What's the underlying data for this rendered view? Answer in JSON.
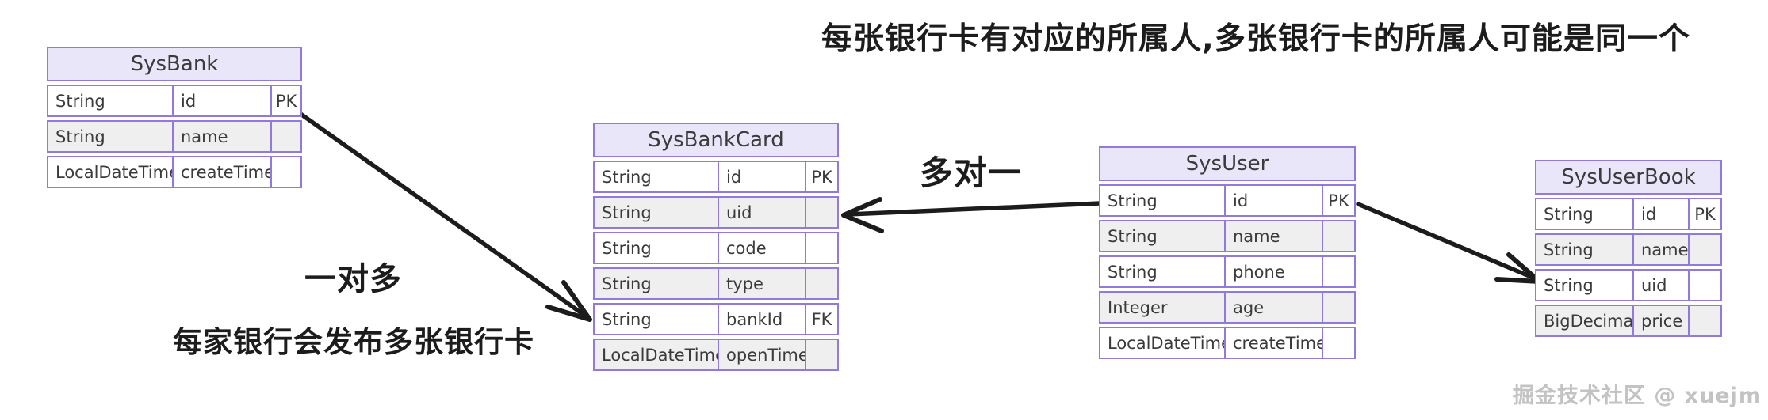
{
  "annotations": {
    "top_note": "每张银行卡有对应的所属人,多张银行卡的所属人可能是同一个",
    "many_to_one": "多对一",
    "one_to_many": "一对多",
    "bank_note": "每家银行会发布多张银行卡",
    "watermark": "掘金技术社区 @ xuejm"
  },
  "colors": {
    "table_border": "#9179dd",
    "header_fill": "#e9e6f9",
    "row_alt_fill": "#efefef",
    "text": "#3b3b3b",
    "arrow": "#1c1c1c"
  },
  "tables": [
    {
      "name": "SysBank",
      "rows": [
        [
          "String",
          "id",
          "PK"
        ],
        [
          "String",
          "name",
          ""
        ],
        [
          "LocalDateTime",
          "createTime",
          ""
        ]
      ]
    },
    {
      "name": "SysBankCard",
      "rows": [
        [
          "String",
          "id",
          "PK"
        ],
        [
          "String",
          "uid",
          ""
        ],
        [
          "String",
          "code",
          ""
        ],
        [
          "String",
          "type",
          ""
        ],
        [
          "String",
          "bankId",
          "FK"
        ],
        [
          "LocalDateTime",
          "openTime",
          ""
        ]
      ]
    },
    {
      "name": "SysUser",
      "rows": [
        [
          "String",
          "id",
          "PK"
        ],
        [
          "String",
          "name",
          ""
        ],
        [
          "String",
          "phone",
          ""
        ],
        [
          "Integer",
          "age",
          ""
        ],
        [
          "LocalDateTime",
          "createTime",
          ""
        ]
      ]
    },
    {
      "name": "SysUserBook",
      "rows": [
        [
          "String",
          "id",
          "PK"
        ],
        [
          "String",
          "name",
          ""
        ],
        [
          "String",
          "uid",
          ""
        ],
        [
          "BigDecimal",
          "price",
          ""
        ]
      ]
    }
  ],
  "relationships": [
    {
      "from": "SysBank.id",
      "to": "SysBankCard.bankId",
      "label": "一对多"
    },
    {
      "from": "SysUser.id",
      "to": "SysBankCard.uid",
      "label": "多对一"
    },
    {
      "from": "SysUser.id",
      "to": "SysUserBook.uid",
      "label": ""
    }
  ]
}
